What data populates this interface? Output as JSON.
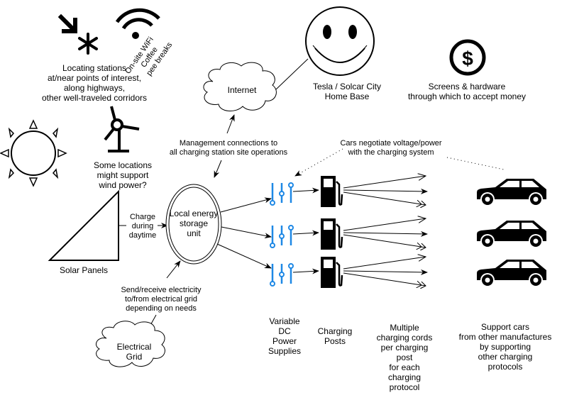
{
  "colors": {
    "ink": "#000000",
    "slider_blue": "#1e88e5",
    "background": "#ffffff"
  },
  "nodes": {
    "location": {
      "icon": "location-arrow-icon",
      "label": "Locating stations\nat/near points of interest,\nalong highways,\nother well-traveled corridors"
    },
    "wifi": {
      "icon": "wifi-icon",
      "label": "On-site WiFi\nCoffee\npee breaks"
    },
    "internet": {
      "icon": "cloud-icon",
      "label": "Internet"
    },
    "home_base": {
      "icon": "smiley-icon",
      "label": "Tesla / Solcar City\nHome Base"
    },
    "money": {
      "icon": "dollar-coin-icon",
      "label": "Screens & hardware\nthrough which to accept money"
    },
    "sun": {
      "icon": "sun-icon"
    },
    "wind": {
      "icon": "wind-turbine-icon",
      "label": "Some locations\nmight support\nwind power?"
    },
    "solar": {
      "icon": "solar-panel-triangle",
      "label": "Solar Panels"
    },
    "storage": {
      "label": "Local energy\nstorage\nunit"
    },
    "grid": {
      "icon": "cloud-icon",
      "label": "Electrical\nGrid"
    },
    "dc_supplies": {
      "icon": "slider-controls-icon",
      "count": 3,
      "label": "Variable\nDC\nPower\nSupplies"
    },
    "posts": {
      "icon": "fuel-pump-icon",
      "count": 3,
      "label": "Charging\nPosts"
    },
    "cords": {
      "per_post": 3,
      "label": "Multiple\ncharging cords\nper charging\npost\nfor each\ncharging\nprotocol"
    },
    "cars": {
      "icon": "car-icon",
      "count": 3,
      "label": "Support cars\nfrom other manufactures\nby supporting\nother charging\nprotocols"
    }
  },
  "edges": {
    "management": "Management connections to\nall charging station site operations",
    "negotiate": "Cars negotiate voltage/power\nwith the charging system",
    "charge": "Charge\nduring\ndaytime",
    "grid_exchange": "Send/receive electricity\nto/from electrical grid\ndepending on needs"
  }
}
